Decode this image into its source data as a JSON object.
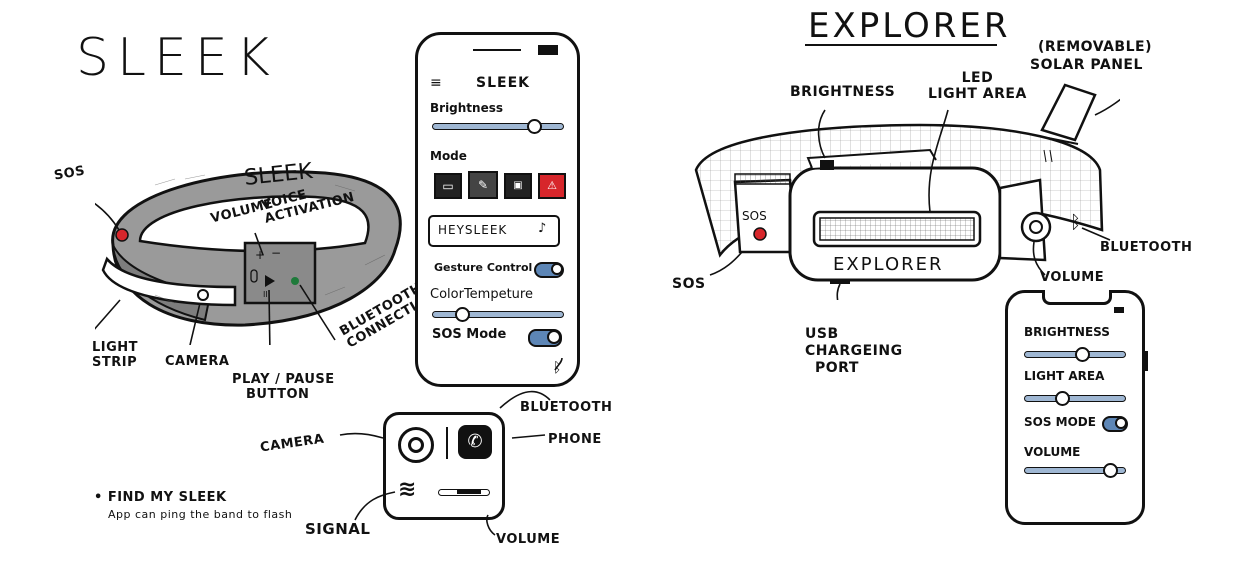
{
  "sleek": {
    "title": "SLEEK",
    "band_text": "SLEEK",
    "labels": {
      "sos": "SOS",
      "volume": "VOLUME",
      "voice_activation_1": "VOICE",
      "voice_activation_2": "ACTIVATION",
      "light_strip_1": "LIGHT",
      "light_strip_2": "STRIP",
      "camera": "CAMERA",
      "play_pause_1": "PLAY / PAUSE",
      "play_pause_2": "BUTTON",
      "bluetooth_connection_1": "BLUETOOTH",
      "bluetooth_connection_2": "CONNECTION"
    },
    "phone": {
      "title": "SLEEK",
      "brightness_label": "Brightness",
      "mode_label": "Mode",
      "voice_input": "HEYSLEEK",
      "gesture_label": "Gesture Control",
      "color_temp_label": "ColorTempeture",
      "sos_mode_label": "SOS Mode",
      "brightness_level": 0.78,
      "color_temp_level": 0.2
    },
    "widget": {
      "camera_label": "CAMERA",
      "phone_label": "PHONE",
      "bluetooth_label": "BLUETOOTH",
      "signal_label": "SIGNAL",
      "volume_label": "VOLUME",
      "volume_level": 0.55
    },
    "find_note_title": "• FIND MY SLEEK",
    "find_note_text": "App can ping the band to flash"
  },
  "explorer": {
    "title": "EXPLORER",
    "front_text": "EXPLORER",
    "labels": {
      "brightness": "BRIGHTNESS",
      "led_1": "LED",
      "led_2": "LIGHT AREA",
      "solar_1": "(REMOVABLE)",
      "solar_2": "SOLAR PANEL",
      "sos_button": "SOS",
      "sos": "SOS",
      "bluetooth": "BLUETOOTH",
      "volume": "VOLUME",
      "usb_1": "USB",
      "usb_2": "CHARGEING",
      "usb_3": "PORT"
    },
    "phone": {
      "brightness_label": "BRIGHTNESS",
      "light_area_label": "LIGHT AREA",
      "sos_mode_label": "SOS MODE",
      "volume_label": "VOLUME",
      "brightness_level": 0.55,
      "light_area_level": 0.35,
      "volume_level": 0.8
    }
  },
  "colors": {
    "accent_red": "#d7262b",
    "slider_blue": "#9fb7d3",
    "toggle_blue": "#5d86b6",
    "band_gray": "#8d8d8d"
  }
}
